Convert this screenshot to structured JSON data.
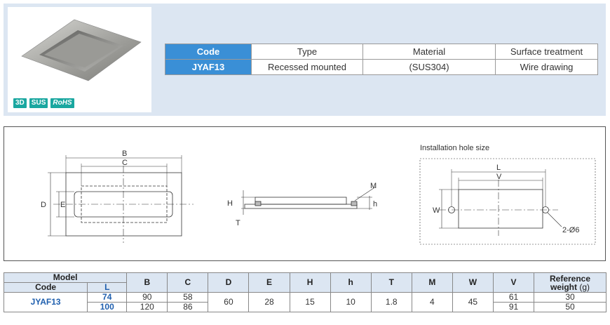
{
  "product": {
    "badges": [
      "3D",
      "SUS",
      "RoHS"
    ],
    "spec_headers": [
      "Code",
      "Type",
      "Material",
      "Surface treatment"
    ],
    "spec_values": [
      "JYAF13",
      "Recessed mounted",
      "(SUS304)",
      "Wire drawing"
    ]
  },
  "drawing": {
    "installation_title": "Installation hole size",
    "labels": {
      "B": "B",
      "C": "C",
      "D": "D",
      "E": "E",
      "H": "H",
      "T": "T",
      "M": "M",
      "h": "h",
      "L": "L",
      "V": "V",
      "W": "W",
      "hole": "2-Ø6"
    }
  },
  "table": {
    "model_label": "Model",
    "code_label": "Code",
    "l_label": "L",
    "columns": [
      "B",
      "C",
      "D",
      "E",
      "H",
      "h",
      "T",
      "M",
      "W",
      "V"
    ],
    "weight_label_1": "Reference",
    "weight_label_2": "weight",
    "weight_unit": "(g)",
    "code": "JYAF13",
    "rows": [
      {
        "L": "74",
        "B": "90",
        "C": "58",
        "V": "61",
        "weight": "30"
      },
      {
        "L": "100",
        "B": "120",
        "C": "86",
        "V": "91",
        "weight": "50"
      }
    ],
    "shared": {
      "D": "60",
      "E": "28",
      "H": "15",
      "h": "10",
      "T": "1.8",
      "M": "4",
      "W": "45"
    }
  }
}
